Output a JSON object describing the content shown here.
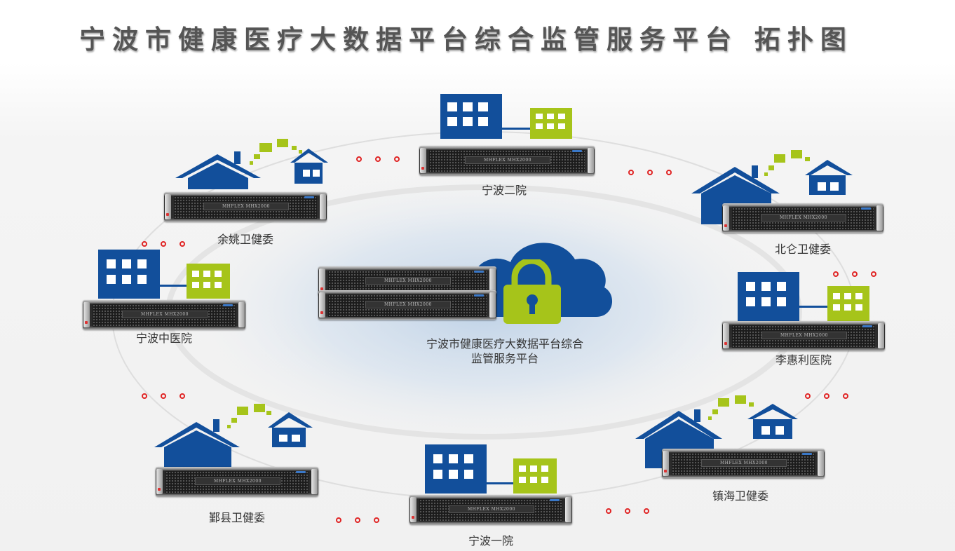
{
  "title": "宁波市健康医疗大数据平台综合监管服务平台 拓扑图",
  "server_plate": "MHFLEX MHX2000",
  "center": {
    "line1": "宁波市健康医疗大数据平台综合",
    "line2": "监管服务平台"
  },
  "nodes": {
    "yuyao": "余姚卫健委",
    "ningbo_er": "宁波二院",
    "beilun": "北仑卫健委",
    "ningbo_zhong": "宁波中医院",
    "lihuili": "李惠利医院",
    "yinxian": "鄞县卫健委",
    "ningbo_yi": "宁波一院",
    "zhenhai": "镇海卫健委"
  },
  "colors": {
    "blue": "#124f9b",
    "green": "#a6c41a",
    "dot_red": "#e02424",
    "cloud": "#124f9b"
  },
  "icons": [
    "house-icon",
    "office-building-icon",
    "cloud-icon",
    "lock-icon",
    "server-icon"
  ]
}
